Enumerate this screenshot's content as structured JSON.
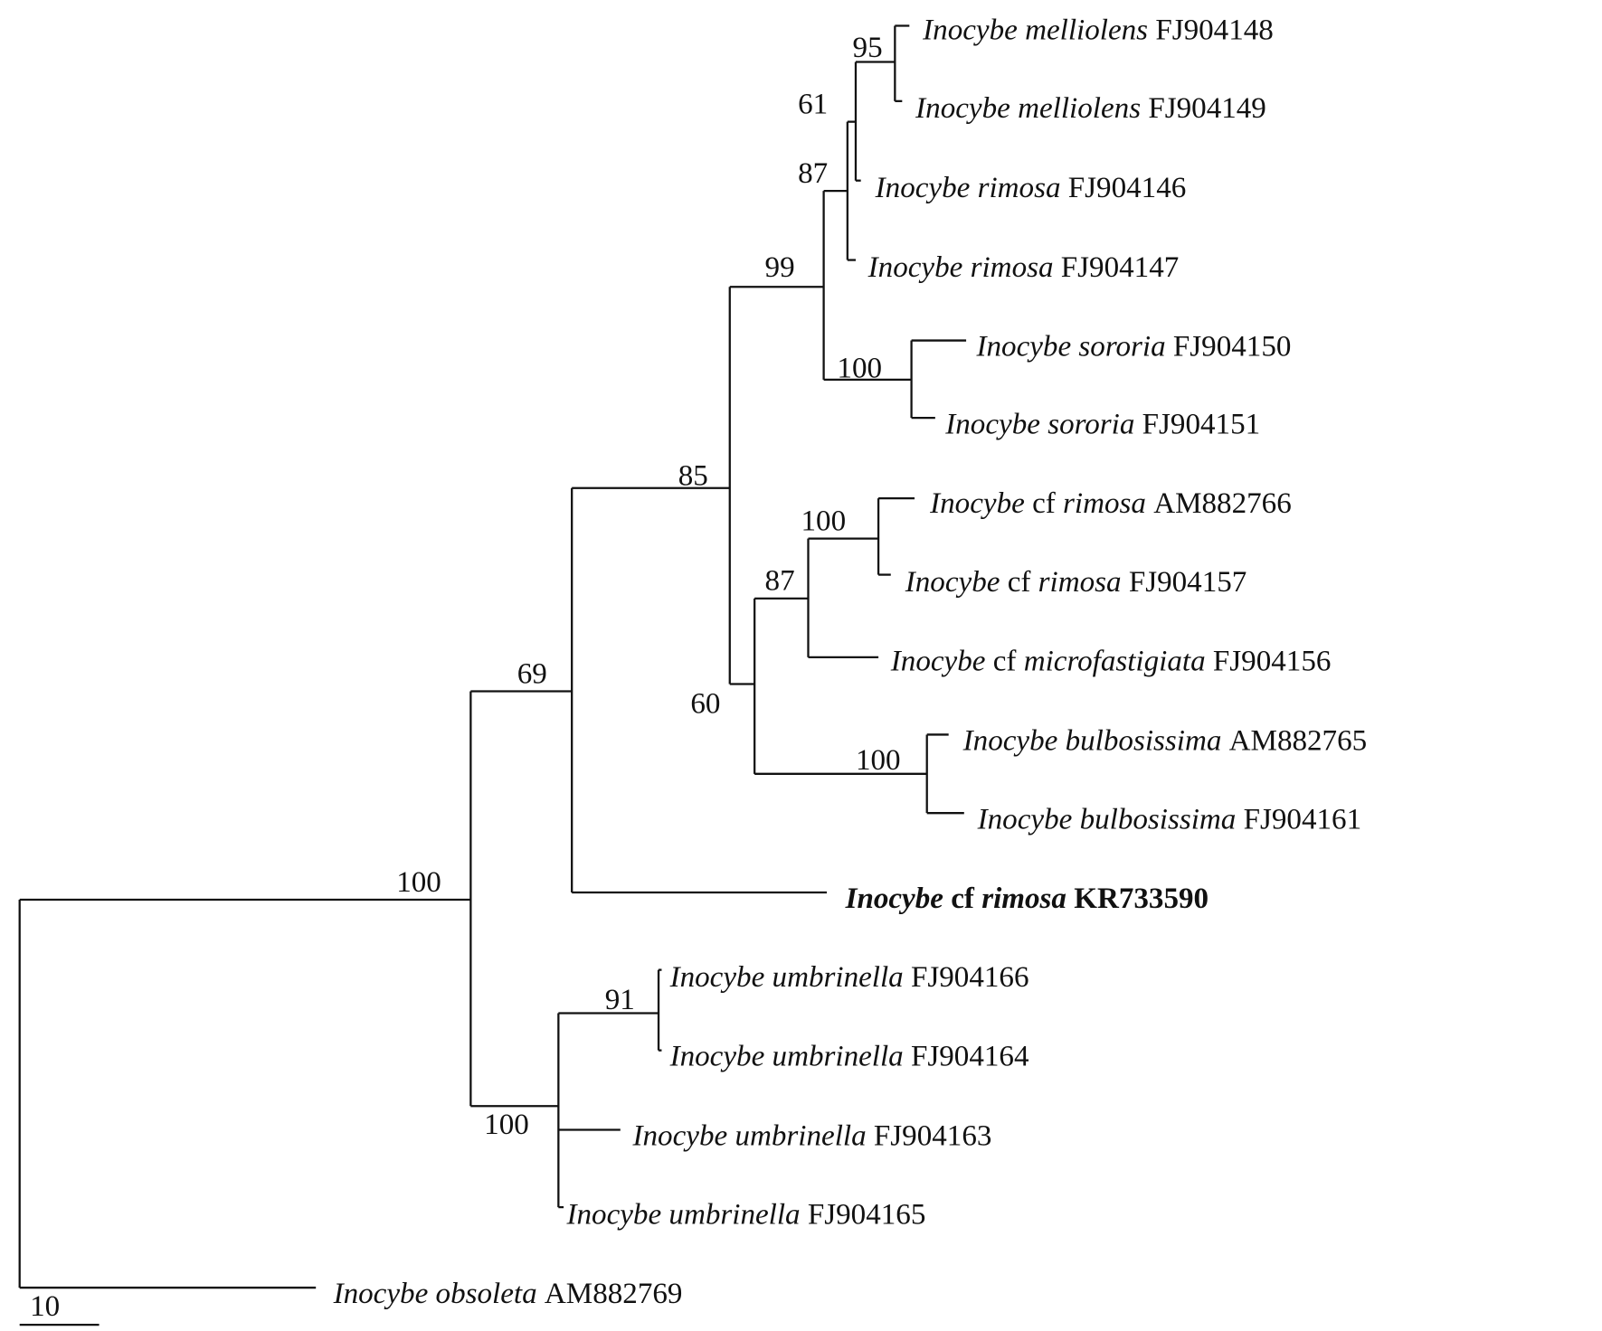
{
  "tree": {
    "tips": [
      {
        "genus": "Inocybe",
        "qualifier": "",
        "species": "melliolens",
        "accession": "FJ904148"
      },
      {
        "genus": "Inocybe",
        "qualifier": "",
        "species": "melliolens",
        "accession": "FJ904149"
      },
      {
        "genus": "Inocybe",
        "qualifier": "",
        "species": "rimosa",
        "accession": "FJ904146"
      },
      {
        "genus": "Inocybe",
        "qualifier": "",
        "species": "rimosa",
        "accession": "FJ904147"
      },
      {
        "genus": "Inocybe",
        "qualifier": "",
        "species": "sororia",
        "accession": "FJ904150"
      },
      {
        "genus": "Inocybe",
        "qualifier": "",
        "species": "sororia",
        "accession": "FJ904151"
      },
      {
        "genus": "Inocybe",
        "qualifier": "cf",
        "species": "rimosa",
        "accession": "AM882766"
      },
      {
        "genus": "Inocybe",
        "qualifier": "cf",
        "species": "rimosa",
        "accession": "FJ904157"
      },
      {
        "genus": "Inocybe",
        "qualifier": "cf",
        "species": "microfastigiata",
        "accession": "FJ904156"
      },
      {
        "genus": "Inocybe",
        "qualifier": "",
        "species": "bulbosissima",
        "accession": "AM882765"
      },
      {
        "genus": "Inocybe",
        "qualifier": "",
        "species": "bulbosissima",
        "accession": "FJ904161"
      },
      {
        "genus": "Inocybe",
        "qualifier": "cf",
        "species": "rimosa",
        "accession": "KR733590",
        "highlight": true
      },
      {
        "genus": "Inocybe",
        "qualifier": "",
        "species": "umbrinella",
        "accession": "FJ904166"
      },
      {
        "genus": "Inocybe",
        "qualifier": "",
        "species": "umbrinella",
        "accession": "FJ904164"
      },
      {
        "genus": "Inocybe",
        "qualifier": "",
        "species": "umbrinella",
        "accession": "FJ904163"
      },
      {
        "genus": "Inocybe",
        "qualifier": "",
        "species": "umbrinella",
        "accession": "FJ904165"
      },
      {
        "genus": "Inocybe",
        "qualifier": "",
        "species": "obsoleta",
        "accession": "AM882769"
      }
    ],
    "bootstrap": [
      "95",
      "61",
      "87",
      "99",
      "100",
      "85",
      "100",
      "87",
      "60",
      "69",
      "100",
      "100",
      "91",
      "100"
    ],
    "scale_bar_label": "10"
  }
}
